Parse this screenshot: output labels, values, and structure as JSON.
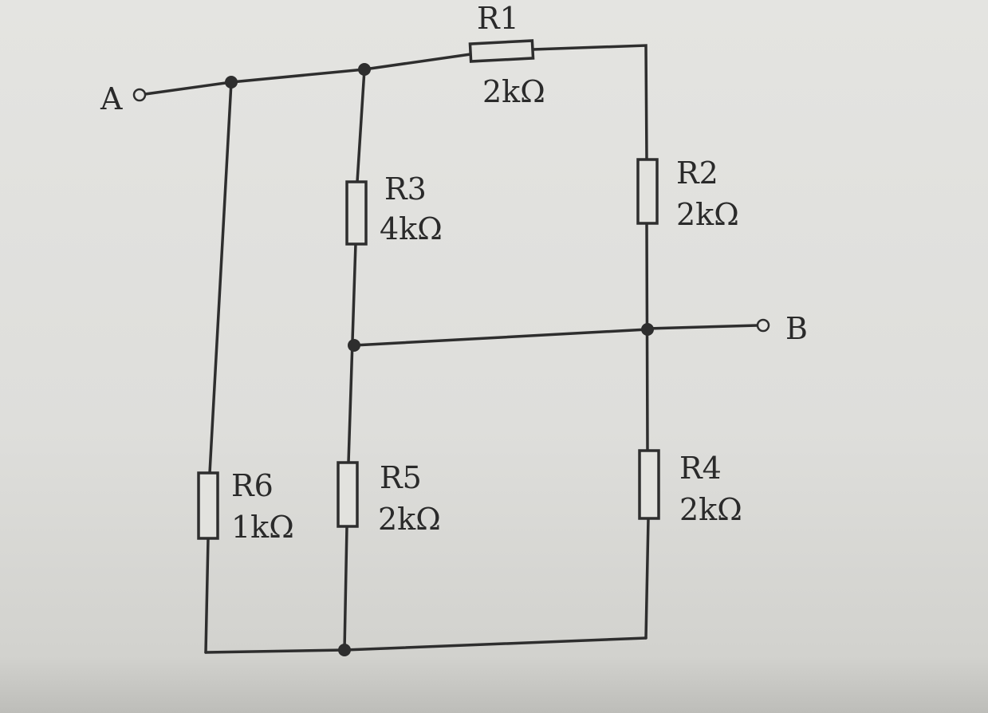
{
  "terminals": {
    "a": "A",
    "b": "B"
  },
  "resistors": [
    {
      "name": "R1",
      "value": "2kΩ"
    },
    {
      "name": "R2",
      "value": "2kΩ"
    },
    {
      "name": "R3",
      "value": "4kΩ"
    },
    {
      "name": "R4",
      "value": "2kΩ"
    },
    {
      "name": "R5",
      "value": "2kΩ"
    },
    {
      "name": "R6",
      "value": "1kΩ"
    }
  ]
}
